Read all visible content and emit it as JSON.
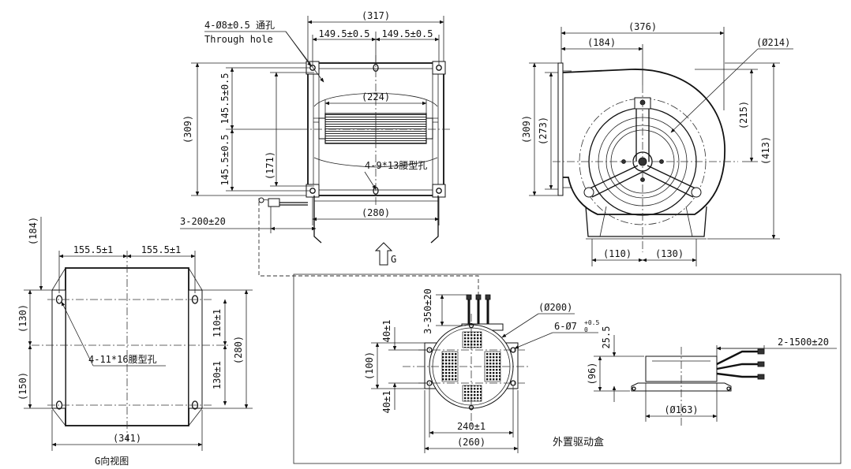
{
  "front_view": {
    "d_317": "(317)",
    "d_149a": "149.5±0.5",
    "d_149b": "149.5±0.5",
    "hole_note_1": "4-Ø8±0.5 通孔",
    "hole_note_2": "Through hole",
    "d_224": "(224)",
    "d_309": "(309)",
    "d_145a": "145.5±0.5",
    "d_145b": "145.5±0.5",
    "d_171": "(171)",
    "slot_note": "4-9*13腰型孔",
    "d_280": "(280)",
    "d_cable": "3-200±20",
    "g_label": "G"
  },
  "side_view": {
    "d_376": "(376)",
    "d_184": "(184)",
    "d_214": "(Ø214)",
    "d_215": "(215)",
    "d_309": "(309)",
    "d_273": "(273)",
    "d_413": "(413)",
    "d_110": "(110)",
    "d_130": "(130)"
  },
  "g_view": {
    "d_184": "(184)",
    "d_155a": "155.5±1",
    "d_155b": "155.5±1",
    "d_130": "(130)",
    "d_110": "110±1",
    "d_130b": "130±1",
    "d_150": "(150)",
    "d_280": "(280)",
    "slot_note": "4-11*16腰型孔",
    "d_341": "(341)",
    "title": "G向视图"
  },
  "driver_box": {
    "d_350": "3-350±20",
    "d_200": "(Ø200)",
    "hole_note": "6-Ø7",
    "hole_tol_upper": "+0.5",
    "hole_tol_lower": "0",
    "d_40a": "40±1",
    "d_40b": "40±1",
    "d_100": "(100)",
    "d_240": "240±1",
    "d_260": "(260)",
    "d_25": "25.5",
    "d_96": "(96)",
    "d_163": "(Ø163)",
    "d_1500": "2-1500±20",
    "title": "外置驱动盒"
  }
}
